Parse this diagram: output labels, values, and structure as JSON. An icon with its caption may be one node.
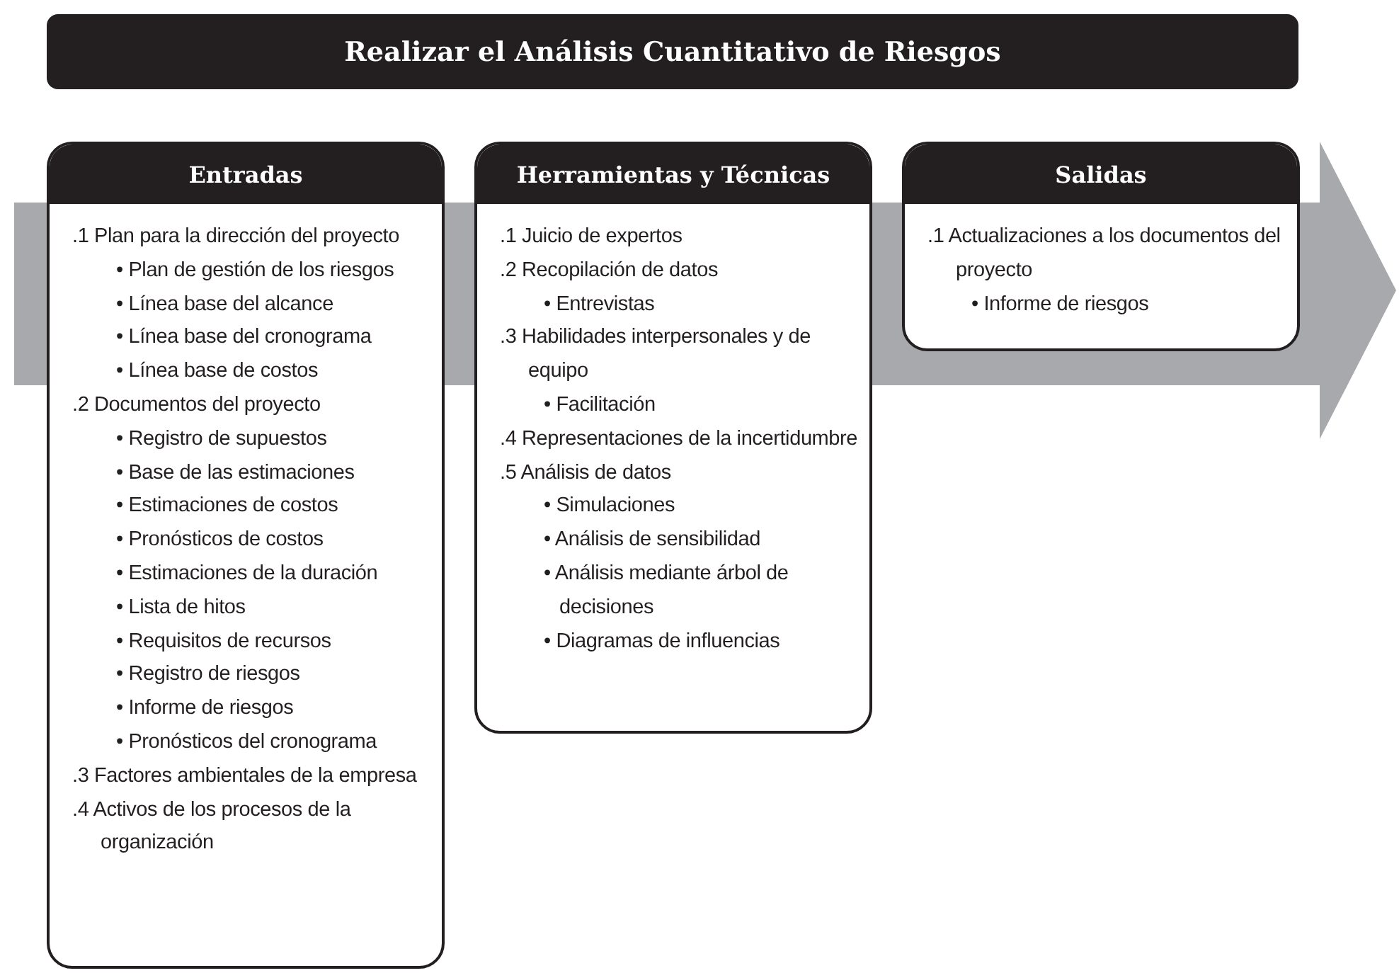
{
  "diagram": {
    "title": "Realizar el Análisis Cuantitativo de Riesgos",
    "nodes": [
      {
        "text": [
          "Entradas",
          ".1 Plan para la dirección del proyecto",
          "• Plan de gestión de los riesgos",
          "• Línea base del alcance",
          "• Línea base del cronograma",
          "• Línea base de costos",
          ".2 Documentos del proyecto",
          "• Registro de supuestos",
          "• Base de las estimaciones",
          "• Estimaciones de costos",
          "• Pronósticos de costos",
          "• Estimaciones de la duración",
          "• Lista de hitos",
          "• Requisitos de recursos",
          "• Registro de riesgos",
          "• Informe de riesgos",
          "• Pronósticos del cronograma",
          ".3 Factores ambientales de la empresa",
          ".4 Activos de los procesos de la organización"
        ]
      },
      {
        "text": [
          "Herramientas y Técnicas",
          ".1 Juicio de expertos",
          ".2 Recopilación de datos",
          "• Entrevistas",
          ".3 Habilidades interpersonales y de equipo",
          "• Facilitación",
          ".4 Representaciones de la incertidumbre",
          ".5 Análisis de datos",
          "• Simulaciones",
          "• Análisis de sensibilidad",
          "• Análisis mediante árbol de decisiones",
          "• Diagramas de influencias"
        ]
      },
      {
        "text": [
          "Salidas",
          ".1 Actualizaciones a los documentos del proyecto",
          "• Informe de riesgos"
        ]
      }
    ]
  }
}
